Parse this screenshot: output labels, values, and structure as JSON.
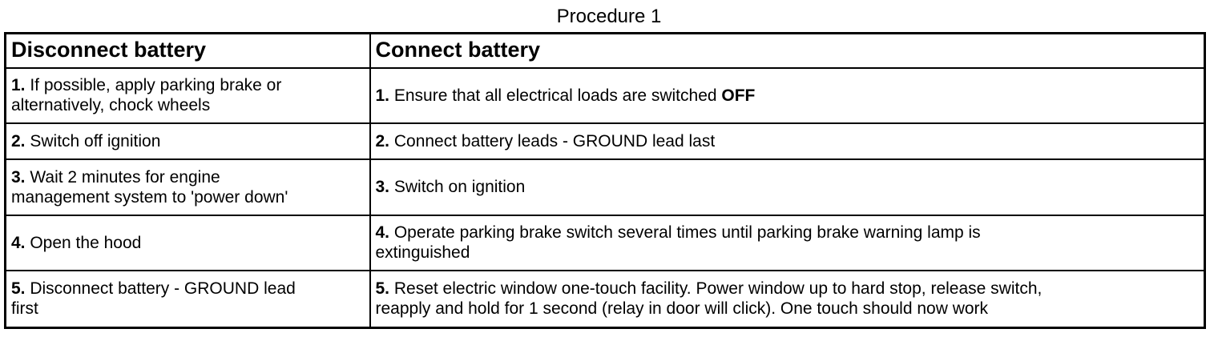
{
  "title": "Procedure 1",
  "colors": {
    "text": "#000000",
    "background": "#ffffff",
    "border": "#000000"
  },
  "table": {
    "headers": [
      "Disconnect battery",
      "Connect battery"
    ],
    "rows": [
      {
        "left": {
          "num": "1.",
          "text": " If possible, apply parking brake or\nalternatively, chock wheels",
          "bold": ""
        },
        "right": {
          "num": "1.",
          "text": " Ensure that all electrical loads are switched ",
          "bold": "OFF"
        }
      },
      {
        "left": {
          "num": "2.",
          "text": " Switch off ignition",
          "bold": ""
        },
        "right": {
          "num": "2.",
          "text": " Connect battery leads - GROUND lead last",
          "bold": ""
        }
      },
      {
        "left": {
          "num": "3.",
          "text": " Wait 2 minutes for engine\nmanagement system to 'power down'",
          "bold": ""
        },
        "right": {
          "num": "3.",
          "text": " Switch on ignition",
          "bold": ""
        }
      },
      {
        "left": {
          "num": "4.",
          "text": " Open the hood",
          "bold": ""
        },
        "right": {
          "num": "4.",
          "text": " Operate parking brake switch several times until parking brake warning lamp is\nextinguished",
          "bold": ""
        }
      },
      {
        "left": {
          "num": "5.",
          "text": " Disconnect battery - GROUND lead\nfirst",
          "bold": ""
        },
        "right": {
          "num": "5.",
          "text": " Reset electric window one-touch facility. Power window up to hard stop, release switch,\nreapply and hold for 1 second (relay in door will click). One touch should now work",
          "bold": ""
        }
      }
    ]
  }
}
